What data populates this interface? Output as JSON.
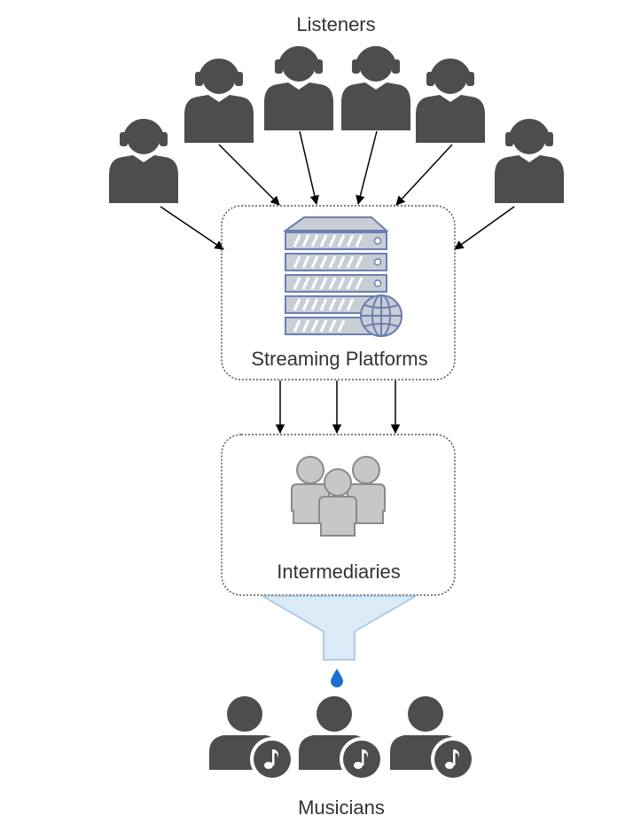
{
  "diagram": {
    "listeners_label": "Listeners",
    "streaming_label": "Streaming Platforms",
    "intermediaries_label": "Intermediaries",
    "musicians_label": "Musicians"
  },
  "icons": {
    "listener": "listener-with-headphones-icon",
    "server": "server-rack-with-globe-icon",
    "group": "group-of-people-icon",
    "funnel": "funnel-icon",
    "drop": "water-drop-icon",
    "musician": "musician-with-music-note-icon"
  },
  "colors": {
    "person_dark": "#4d4d4d",
    "server_fill": "#c9cdd6",
    "server_stroke": "#6b7fb0",
    "group_fill": "#c7c7c7",
    "group_stroke": "#8a8a8a",
    "funnel_fill": "#dceaf7",
    "funnel_stroke": "#9fbfe0",
    "drop": "#1f6fd1",
    "box_border": "#555555"
  }
}
